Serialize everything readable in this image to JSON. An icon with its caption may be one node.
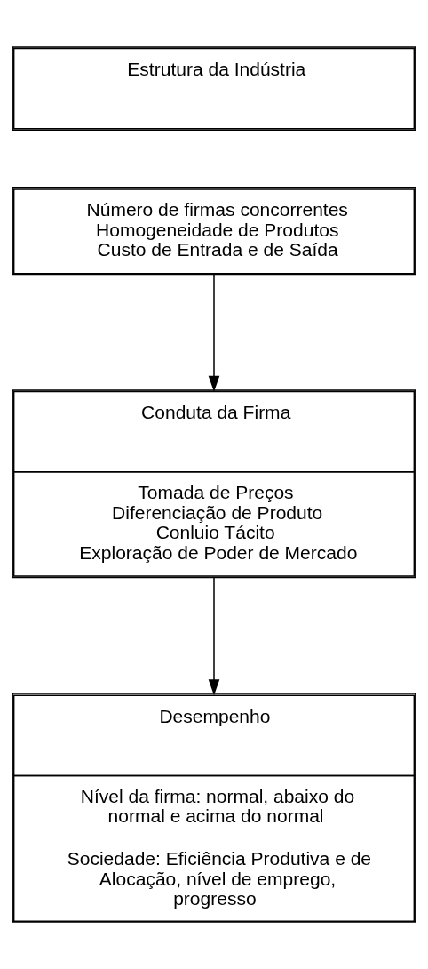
{
  "diagram": {
    "nodes": [
      {
        "text": [
          "Estrutura da Indústria"
        ]
      },
      {
        "text": [
          "Número de firmas concorrentes",
          "Homogeneidade de Produtos",
          "Custo de Entrada e de Saída"
        ]
      },
      {
        "text": [
          "Conduta da Firma",
          "Tomada de Preços",
          "Diferenciação de Produto",
          "Conluio Tácito",
          "Exploração de Poder de Mercado"
        ]
      },
      {
        "text": [
          "Desempenho",
          "Nível da firma: normal, abaixo do normal e acima do normal",
          "Sociedade: Eficiência Produtiva e de Alocação, nível de emprego, progresso"
        ]
      }
    ],
    "edges": [
      {
        "from": 1,
        "to": 2,
        "arrow": "to"
      },
      {
        "from": 2,
        "to": 3,
        "arrow": "to"
      }
    ]
  }
}
